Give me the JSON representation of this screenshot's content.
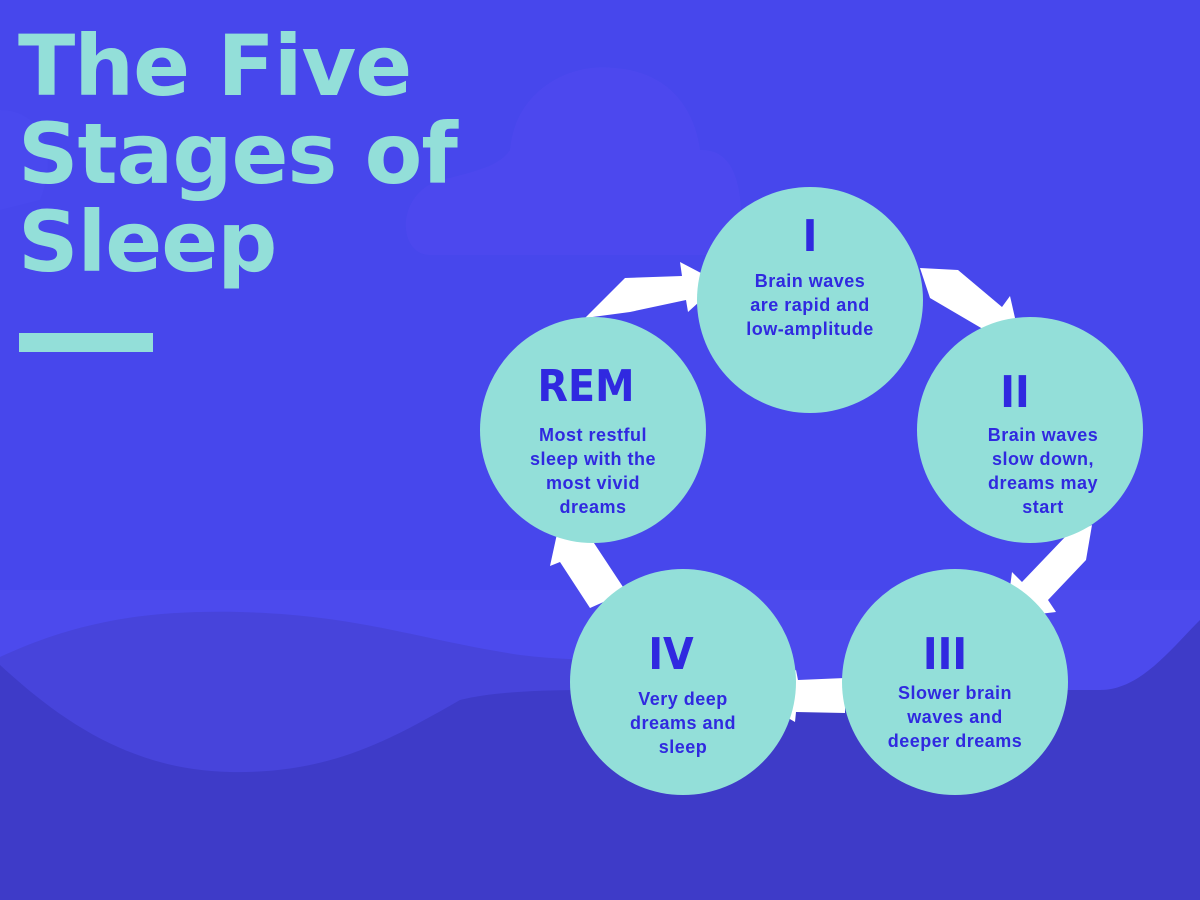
{
  "title": {
    "lines": [
      "The Five",
      "Stages of",
      "Sleep"
    ]
  },
  "colors": {
    "background_top": "#4747EC",
    "background_wave_mid": "#4744DB",
    "background_wave_bottom": "#3E3BC8",
    "accent_teal": "#93DFD9",
    "text_blue": "#3029E0",
    "arrow_white": "#FFFFFF"
  },
  "cycle": {
    "stages": [
      {
        "numeral": "I",
        "description": [
          "Brain waves",
          "are rapid and",
          "low-amplitude"
        ]
      },
      {
        "numeral": "II",
        "description": [
          "Brain waves",
          "slow down,",
          "dreams may",
          "start"
        ]
      },
      {
        "numeral": "III",
        "description": [
          "Slower brain",
          "waves and",
          "deeper dreams"
        ]
      },
      {
        "numeral": "IV",
        "description": [
          "Very deep",
          "dreams and",
          "sleep"
        ]
      },
      {
        "numeral": "REM",
        "description": [
          "Most restful",
          "sleep with the",
          "most vivid",
          "dreams"
        ]
      }
    ],
    "arrows": [
      {
        "from": "REM",
        "to": "I",
        "icon": "arrow-right-icon"
      },
      {
        "from": "I",
        "to": "II",
        "icon": "arrow-down-right-icon"
      },
      {
        "from": "II",
        "to": "III",
        "icon": "arrow-down-left-icon"
      },
      {
        "from": "III",
        "to": "IV",
        "icon": "arrow-left-icon"
      },
      {
        "from": "IV",
        "to": "REM",
        "icon": "arrow-up-left-icon"
      }
    ]
  }
}
